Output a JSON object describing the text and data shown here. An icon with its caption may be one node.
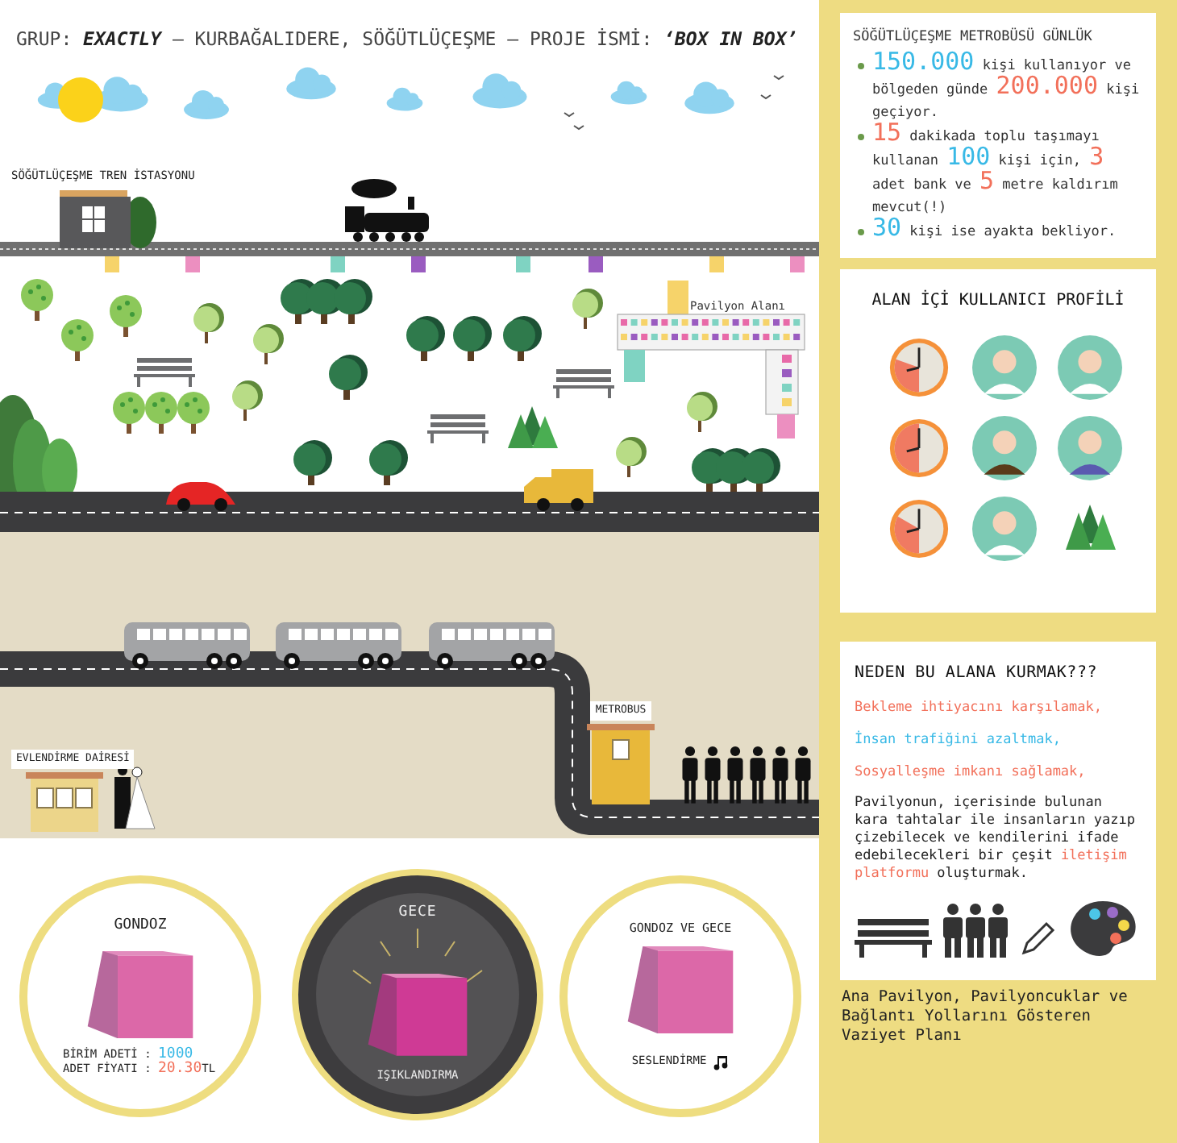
{
  "diagram": {
    "title": "GRUP: **EXACTLY** – KURBAĞALIDERE, SÖĞÜTLÜÇEŞME – PROJE İSMİ: **‘BOX IN BOX’**",
    "caption": "Ana Pavilyon, Pavilyoncuklar ve Bağlantı Yollarını Gösteren Vaziyet Planı",
    "nodes": [
      {
        "text": [
          "SÖĞÜTLÜÇEŞME TREN İSTASYONU"
        ]
      },
      {
        "text": [
          "Pavilyon Alanı"
        ]
      },
      {
        "text": [
          "EVLENDİRME DAİRESİ"
        ]
      },
      {
        "text": [
          "METROBUS"
        ]
      },
      {
        "text": [
          "SÖĞÜTLÜÇEŞME METROBÜSÜ GÜNLÜK",
          "*150.000* kişi kullanıyor ve bölgeden günde **200.000** kişi geçiyor.",
          "**15** dakikada toplu taşımayı kullanan *100* kişi için, **3** adet bank ve **5** metre kaldırım mevcut(!)",
          "*30* kişi ise ayakta bekliyor."
        ]
      },
      {
        "text": [
          "ALAN İÇİ KULLANICI PROFİLİ"
        ]
      },
      {
        "text": [
          "NEDEN BU ALANA KURMAK???",
          "Bekleme ihtiyacını karşılamak,",
          "İnsan trafiğini azaltmak,",
          "Sosyalleşme imkanı sağlamak,",
          "Pavilyonun, içerisinde bulunan kara tahtalar ile insanların yazıp çizebilecek ve kendilerini ifade edebilecekleri bir çeşit **iletişim platformu** oluşturmak."
        ]
      },
      {
        "text": [
          "GONDOZ",
          "BİRİM ADETİ : *1000*",
          "ADET FİYATI : **20.30**TL"
        ]
      },
      {
        "text": [
          "GECE",
          "IŞIKLANDIRMA"
        ]
      },
      {
        "text": [
          "GONDOZ VE GECE",
          "SESLENDİRME"
        ]
      }
    ]
  }
}
